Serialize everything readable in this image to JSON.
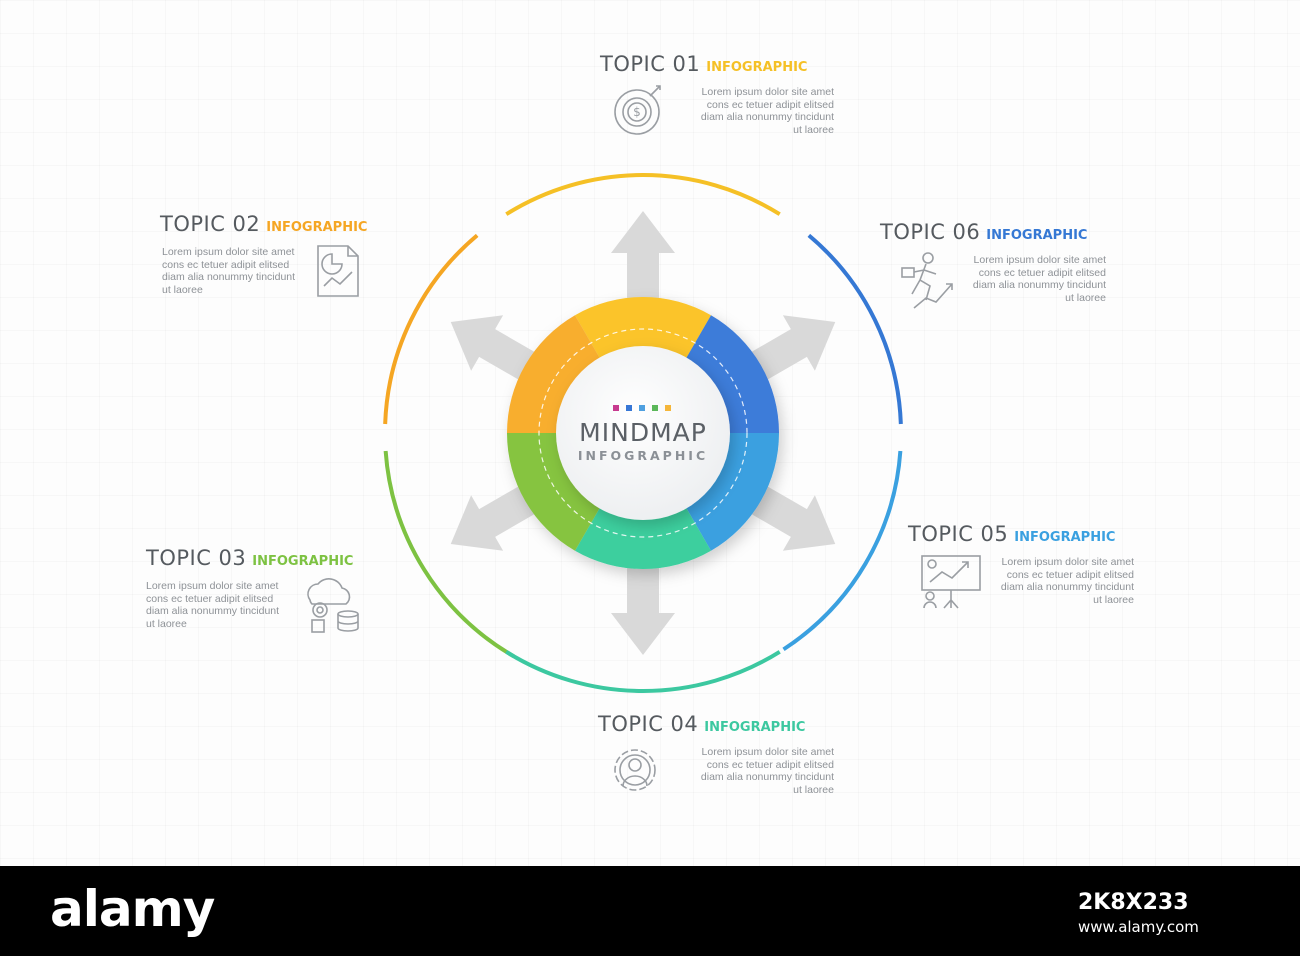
{
  "center": {
    "title": "MINDMAP",
    "subtitle": "INFOGRAPHIC",
    "dot_colors": [
      "#c73a8f",
      "#3777d6",
      "#4fa0e0",
      "#5bb85a",
      "#f5b63a"
    ]
  },
  "description_text": "Lorem ipsum dolor site amet cons ec tetuer adipit elitsed diam alia nonummy tincidunt ut laoree",
  "topics": [
    {
      "title": "TOPIC 01",
      "subtitle": "INFOGRAPHIC",
      "color": "#f5c026",
      "icon": "dollar-target-icon",
      "text": "Lorem ipsum dolor site amet cons ec tetuer adipit elitsed diam alia nonummy tincidunt ut laoree"
    },
    {
      "title": "TOPIC 02",
      "subtitle": "INFOGRAPHIC",
      "color": "#f5a623",
      "icon": "report-chart-icon",
      "text": "Lorem ipsum dolor site amet cons ec tetuer adipit elitsed diam alia nonummy tincidunt ut laoree"
    },
    {
      "title": "TOPIC 03",
      "subtitle": "INFOGRAPHIC",
      "color": "#7dc242",
      "icon": "cloud-database-icon",
      "text": "Lorem ipsum dolor site amet cons ec tetuer adipit elitsed diam alia nonummy tincidunt ut laoree"
    },
    {
      "title": "TOPIC 04",
      "subtitle": "INFOGRAPHIC",
      "color": "#3cc8a0",
      "icon": "person-gear-icon",
      "text": "Lorem ipsum dolor site amet cons ec tetuer adipit elitsed diam alia nonummy tincidunt ut laoree"
    },
    {
      "title": "TOPIC 05",
      "subtitle": "INFOGRAPHIC",
      "color": "#3aa0e0",
      "icon": "presentation-board-icon",
      "text": "Lorem ipsum dolor site amet cons ec tetuer adipit elitsed diam alia nonummy tincidunt ut laoree"
    },
    {
      "title": "TOPIC 06",
      "subtitle": "INFOGRAPHIC",
      "color": "#3578d4",
      "icon": "businessman-growth-icon",
      "text": "Lorem ipsum dolor site amet cons ec tetuer adipit elitsed diam alia nonummy tincidunt ut laoree"
    }
  ],
  "segment_colors": {
    "top": "#fbc429",
    "upper_left": "#f8ae2f",
    "upper_right": "#3d7bd9",
    "lower_right": "#3aa0e0",
    "bottom": "#3ecf9e",
    "lower_left": "#86c440"
  },
  "arrow_color": "#d9d9d9",
  "footer": {
    "logo": "alamy",
    "image_id": "2K8X233",
    "site": "www.alamy.com"
  }
}
